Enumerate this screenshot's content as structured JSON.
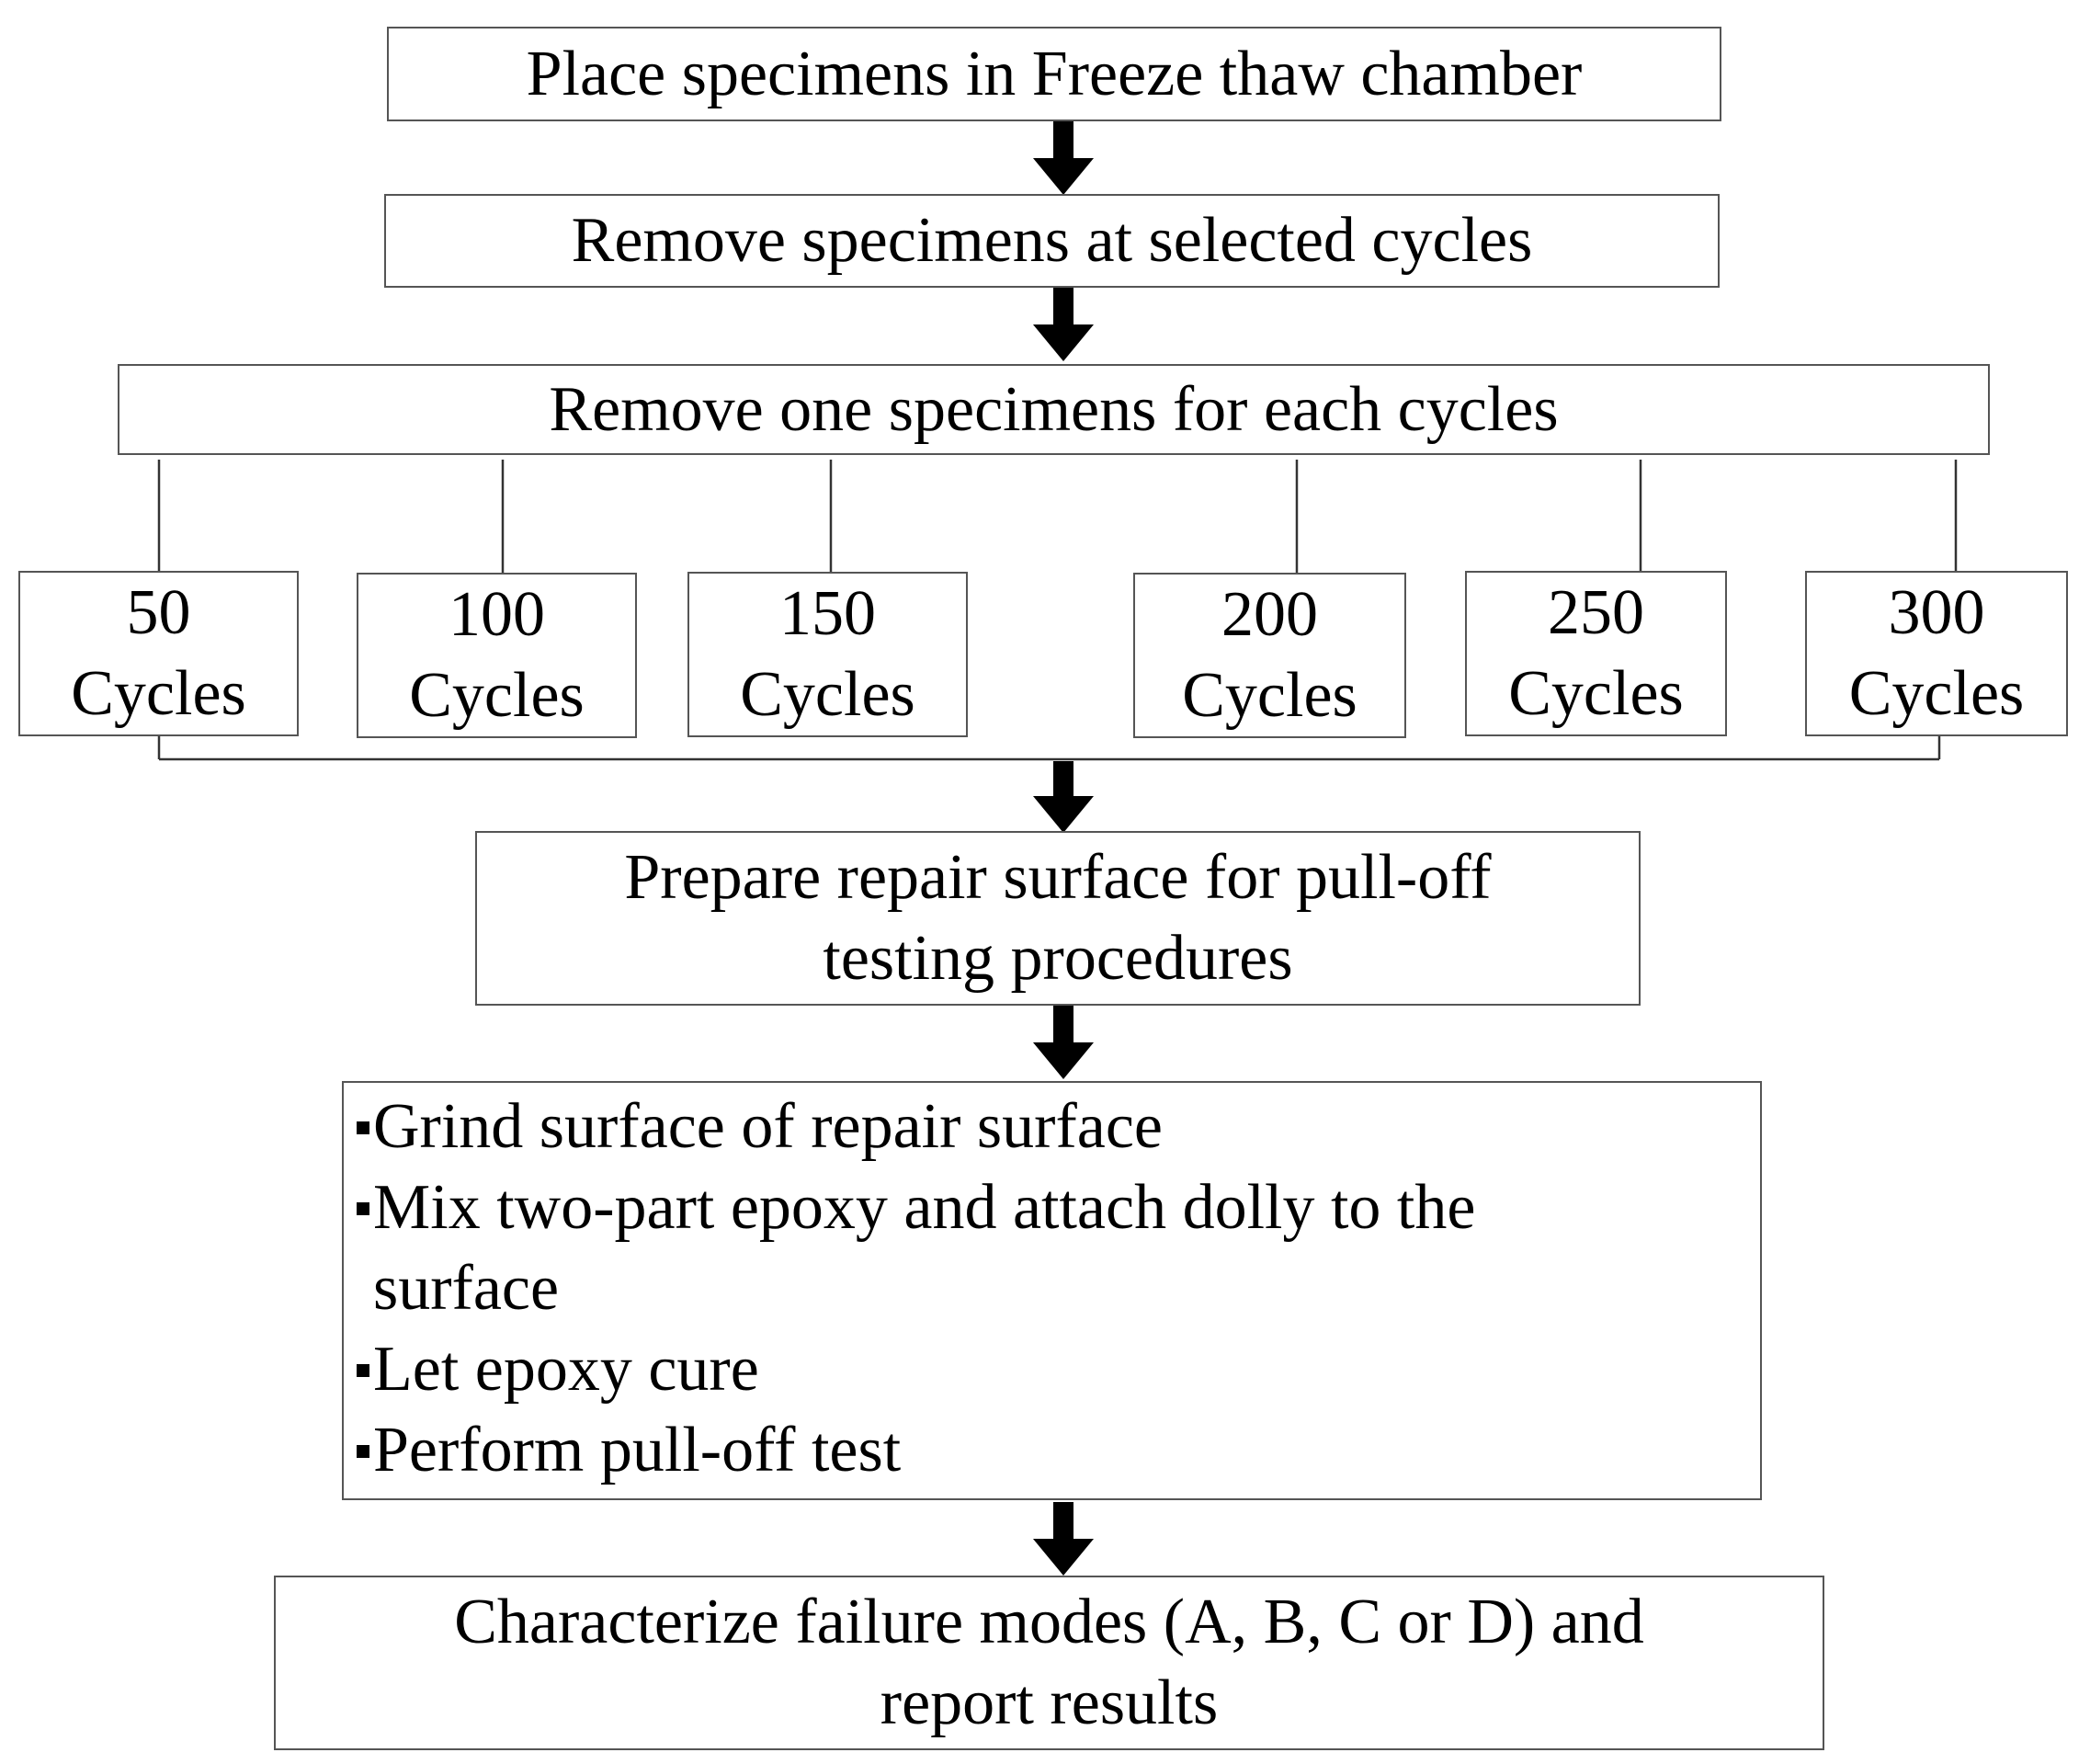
{
  "steps": {
    "place": "Place specimens in Freeze thaw chamber",
    "remove_selected": "Remove specimens at selected cycles",
    "remove_one": "Remove one specimens for each cycles",
    "prepare": {
      "line1": "Prepare repair surface for pull-off",
      "line2": "testing procedures"
    },
    "procedure": [
      "Grind surface of repair surface",
      "Mix two-part epoxy and attach dolly to the surface",
      "Let epoxy cure",
      "Perform pull-off test"
    ],
    "characterize": {
      "line1": "Characterize failure modes (A, B, C or D) and",
      "line2": "report results"
    }
  },
  "cycles": [
    {
      "count": "50",
      "unit": "Cycles"
    },
    {
      "count": "100",
      "unit": "Cycles"
    },
    {
      "count": "150",
      "unit": "Cycles"
    },
    {
      "count": "200",
      "unit": "Cycles"
    },
    {
      "count": "250",
      "unit": "Cycles"
    },
    {
      "count": "300",
      "unit": "Cycles"
    }
  ]
}
